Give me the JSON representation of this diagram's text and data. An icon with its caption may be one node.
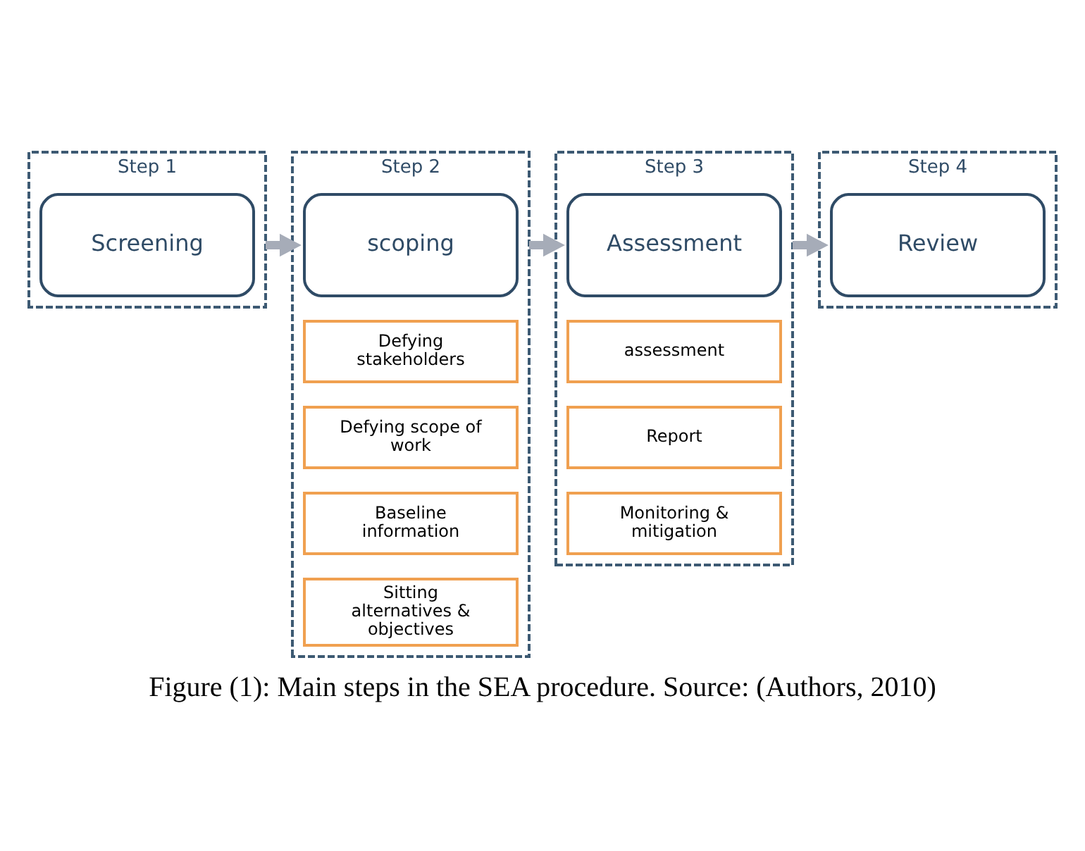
{
  "diagram": {
    "caption": "Figure (1): Main steps in the SEA procedure. Source: (Authors, 2010)",
    "nodes": [
      {
        "text": [
          "Step 1"
        ]
      },
      {
        "text": [
          "Screening"
        ],
        "in": 0
      },
      {
        "text": [
          "Step 2"
        ]
      },
      {
        "text": [
          "scoping"
        ],
        "in": 2
      },
      {
        "text": [
          "Defying stakeholders"
        ],
        "in": 2
      },
      {
        "text": [
          "Defying scope of work"
        ],
        "in": 2
      },
      {
        "text": [
          "Baseline information"
        ],
        "in": 2
      },
      {
        "text": [
          "Sitting alternatives & objectives"
        ],
        "in": 2
      },
      {
        "text": [
          "Step 3"
        ]
      },
      {
        "text": [
          "Assessment"
        ],
        "in": 8
      },
      {
        "text": [
          "assessment"
        ],
        "in": 8
      },
      {
        "text": [
          "Report"
        ],
        "in": 8
      },
      {
        "text": [
          "Monitoring & mitigation"
        ],
        "in": 8
      },
      {
        "text": [
          "Step 4"
        ]
      },
      {
        "text": [
          "Review"
        ],
        "in": 13
      }
    ],
    "edges": [
      {
        "from": 0,
        "to": 2,
        "arrow": "to"
      },
      {
        "from": 2,
        "to": 8,
        "arrow": "to"
      },
      {
        "from": 8,
        "to": 13,
        "arrow": "to"
      }
    ]
  }
}
